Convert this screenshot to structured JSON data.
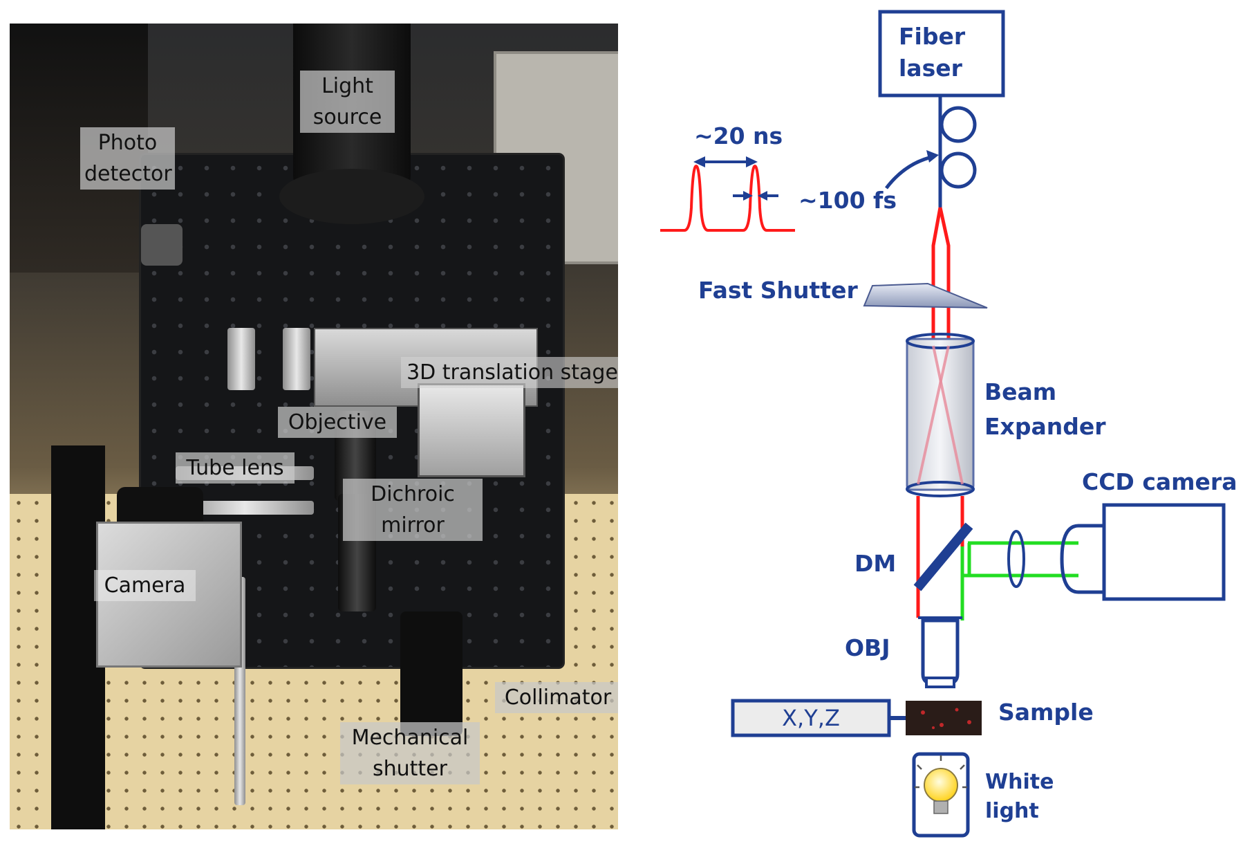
{
  "photo": {
    "labels": {
      "light_source": "Light\nsource",
      "photo_detector": "Photo\ndetector",
      "translation_stage": "3D translation stage",
      "objective": "Objective",
      "tube_lens": "Tube lens",
      "dichroic_mirror": "Dichroic\nmirror",
      "camera": "Camera",
      "collimator": "Collimator",
      "mechanical_shutter": "Mechanical\nshutter"
    }
  },
  "schematic": {
    "labels": {
      "fiber_laser": "Fiber\nlaser",
      "pulse_spacing": "~20 ns",
      "pulse_width": "~100 fs",
      "fast_shutter": "Fast Shutter",
      "beam_expander": "Beam\nExpander",
      "ccd_camera": "CCD camera",
      "dm": "DM",
      "obj": "OBJ",
      "stage": "X,Y,Z",
      "sample": "Sample",
      "white_light": "White\nlight"
    },
    "colors": {
      "component_blue": "#1f3f93",
      "laser_red": "#ff1a1a",
      "fluorescence_green": "#22dd22",
      "bulb_yellow": "#ffe640"
    }
  }
}
